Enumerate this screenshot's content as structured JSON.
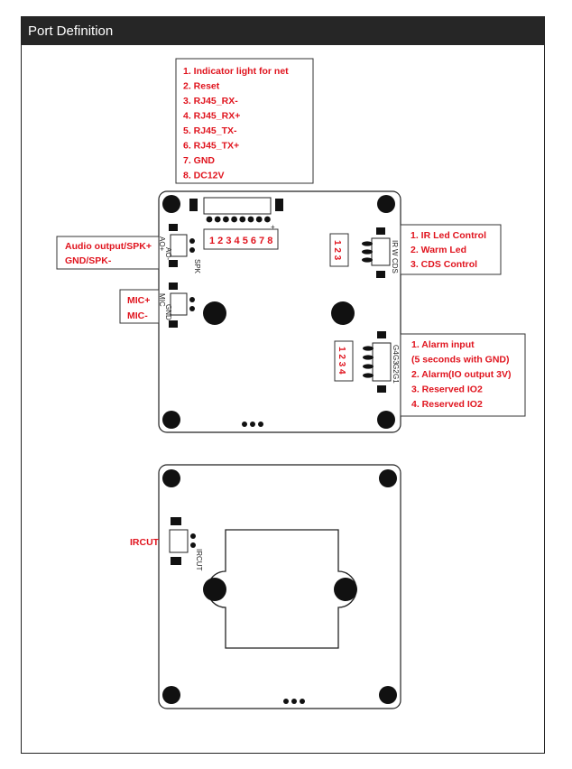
{
  "header": {
    "title": "Port Definition"
  },
  "net_port": {
    "items": [
      "1.  Indicator light for net",
      "2.  Reset",
      "3.  RJ45_RX-",
      "4.  RJ45_RX+",
      "5.  RJ45_TX-",
      "6.  RJ45_TX+",
      "7.  GND",
      "8.  DC12V"
    ],
    "pin_numbers": "1 2 3 4 5 6 7 8",
    "plus_sign": "+"
  },
  "audio": {
    "line1": "Audio output/SPK+",
    "line2": "GND/SPK-",
    "pin_a": "AO+",
    "pin_b": "AO-",
    "conn": "SPK"
  },
  "mic": {
    "line1": "MIC+",
    "line2": "MIC-",
    "pin_a": "MIC",
    "pin_b": "GND"
  },
  "ir_led": {
    "pins": "1 2 3",
    "items": [
      "1.  IR Led Control",
      "2.  Warm Led",
      "3.  CDS Control"
    ],
    "pin_a": "IR",
    "pin_b": "W",
    "pin_c": "CDS"
  },
  "alarm": {
    "pins": "1 2 3 4",
    "items": [
      "1.  Alarm input",
      "(5 seconds with GND)",
      "2.  Alarm(IO output 3V)",
      "3.  Reserved IO2",
      "4.  Reserved IO2"
    ],
    "pin_a": "G4",
    "pin_b": "G3",
    "pin_c": "G2",
    "pin_d": "G1"
  },
  "ircut": {
    "label": "IRCUT",
    "conn": "IRCUT"
  }
}
